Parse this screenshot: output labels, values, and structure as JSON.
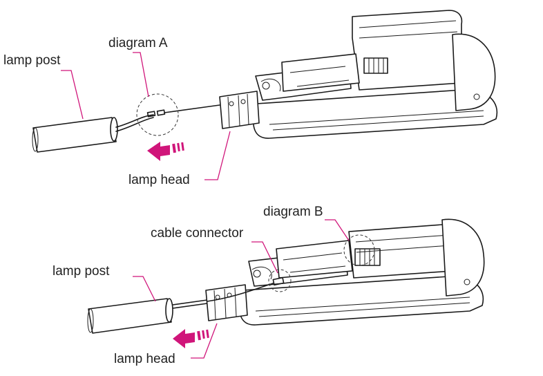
{
  "labels": {
    "top_lamp_post": "lamp post",
    "top_diagram": "diagram A",
    "top_lamp_head": "lamp head",
    "bottom_diagram": "diagram B",
    "bottom_cable_connector": "cable connector",
    "bottom_lamp_post": "lamp post",
    "bottom_lamp_head": "lamp head"
  },
  "colors": {
    "accent": "#d0157a",
    "line": "#1a1a1a"
  }
}
